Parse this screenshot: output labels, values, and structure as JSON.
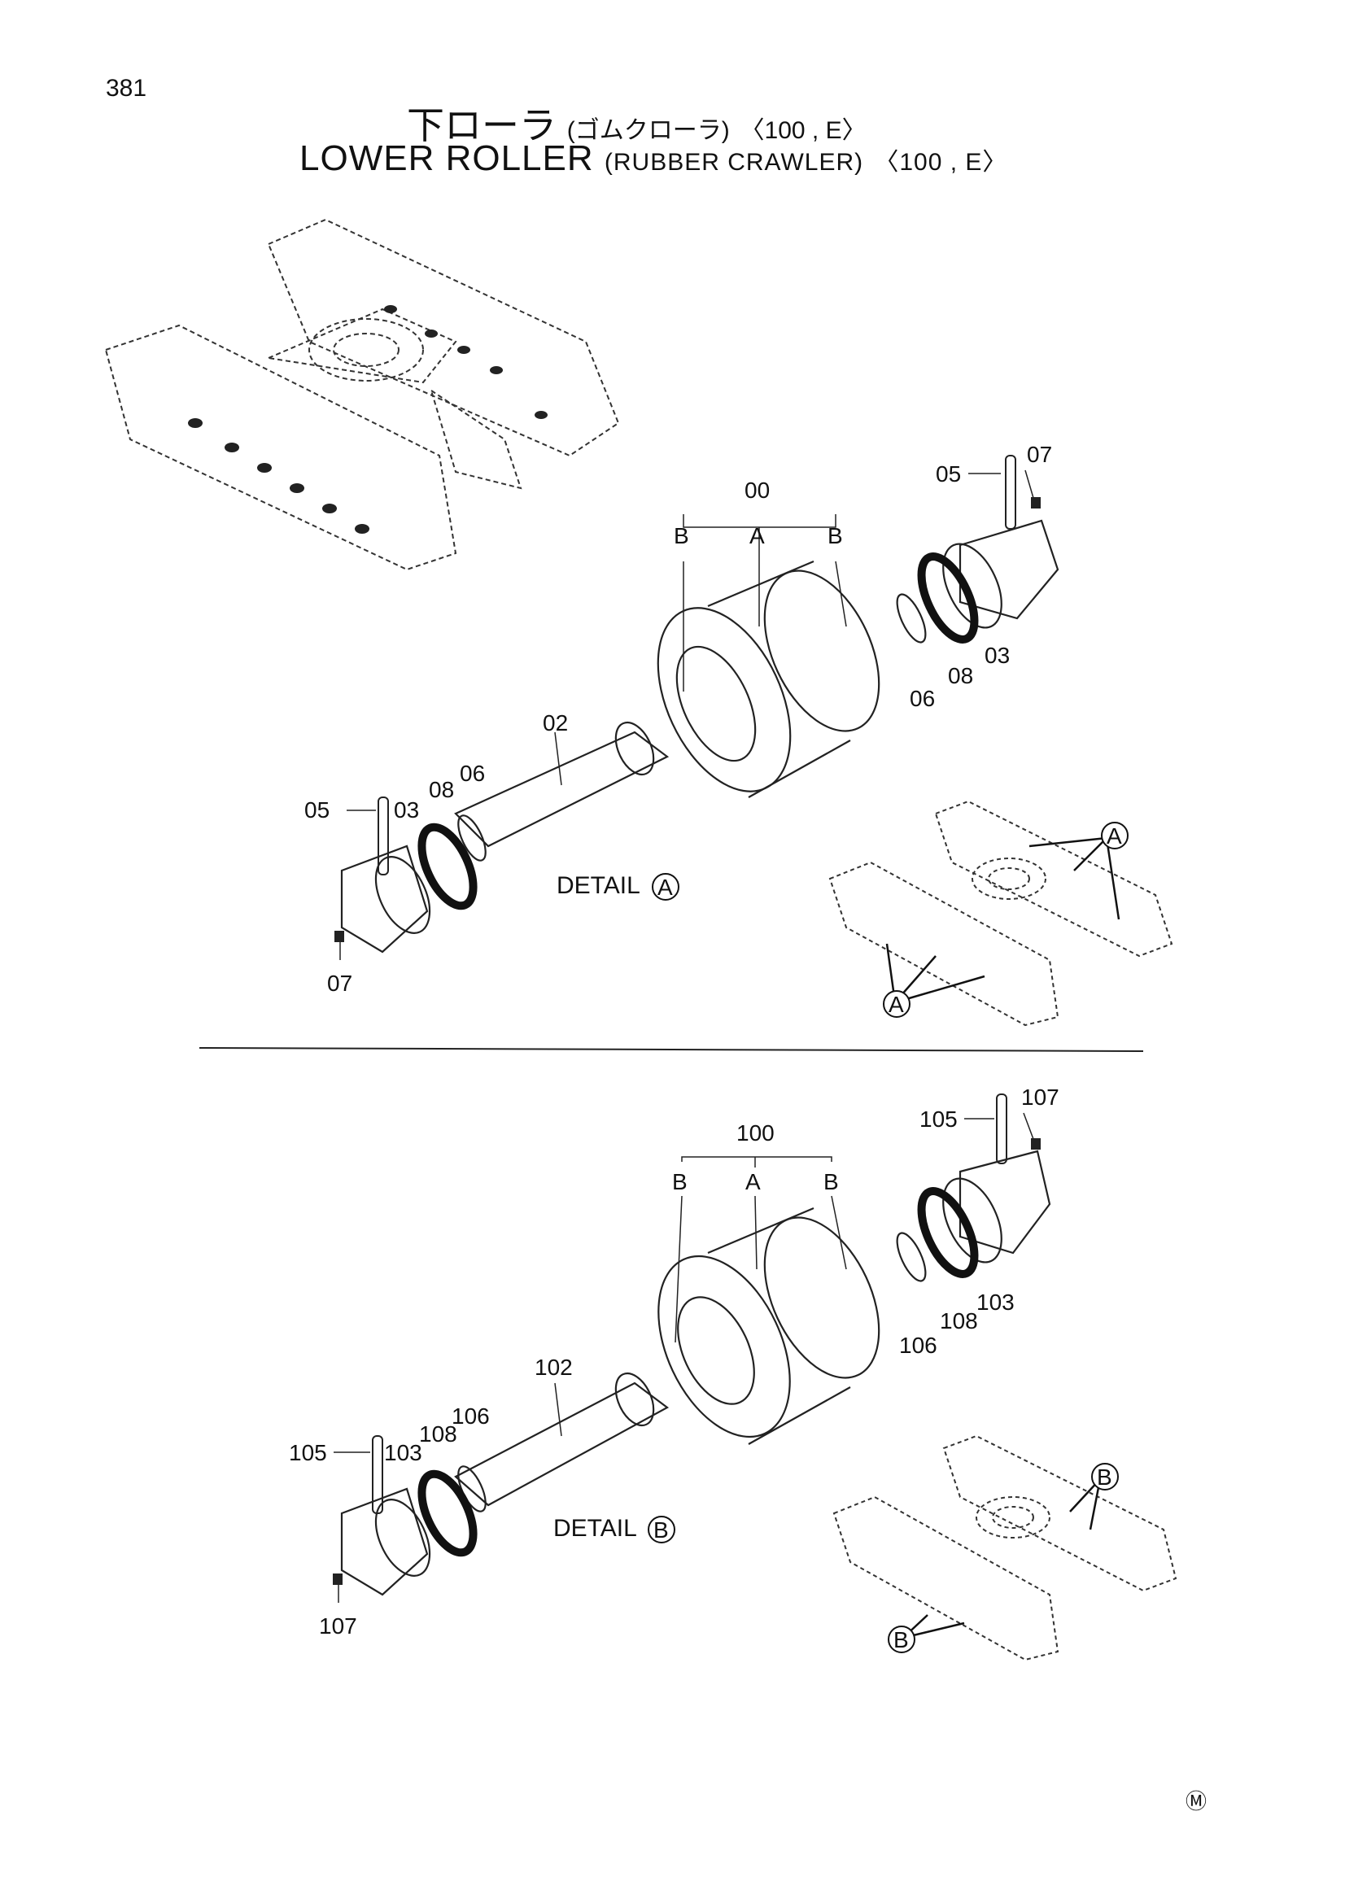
{
  "page_number": "381",
  "title": {
    "jp_main": "下ローラ",
    "jp_sub": "(ゴムクローラ)",
    "jp_variant": "〈100 , E〉",
    "en_main": "LOWER ROLLER",
    "en_sub": "(RUBBER CRAWLER)",
    "en_variant": "〈100 , E〉"
  },
  "detail_a": {
    "caption": "DETAIL",
    "marker": "A",
    "labels": {
      "assembly": "00",
      "part_a": "A",
      "part_b": "B",
      "shaft": "02",
      "collar": "03",
      "pin": "05",
      "o_ring": "06",
      "plug": "07",
      "seal": "08"
    }
  },
  "detail_b": {
    "caption": "DETAIL",
    "marker": "B",
    "labels": {
      "assembly": "100",
      "part_a": "A",
      "part_b": "B",
      "shaft": "102",
      "collar": "103",
      "pin": "105",
      "o_ring": "106",
      "plug": "107",
      "seal": "108"
    }
  },
  "footer_mark": "Ⓜ"
}
